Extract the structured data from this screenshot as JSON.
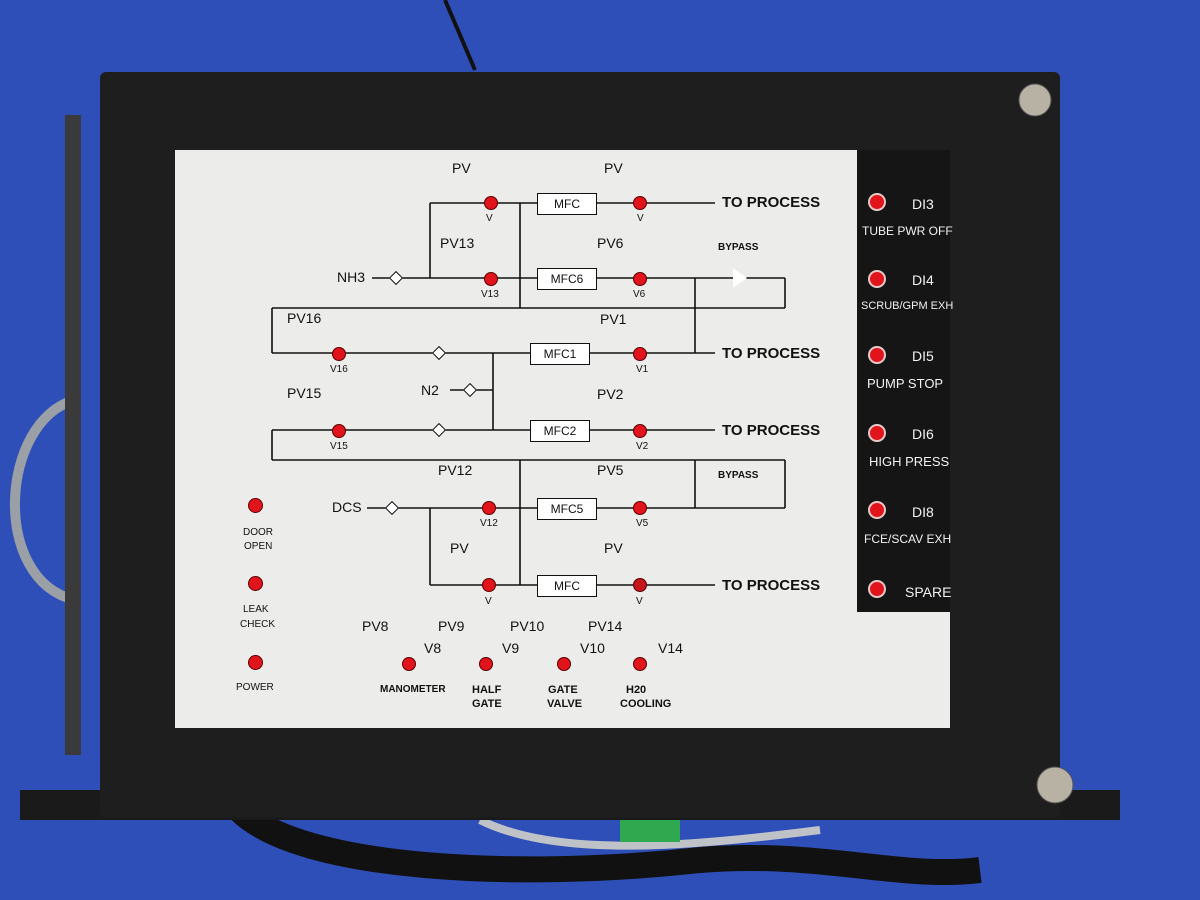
{
  "panel": {
    "process_labels": [
      "TO PROCESS",
      "TO PROCESS",
      "TO PROCESS",
      "TO PROCESS"
    ],
    "sources": [
      "NH3",
      "N2",
      "DCS"
    ],
    "bypass_labels": [
      "BYPASS",
      "BYPASS"
    ],
    "mfcs": [
      "MFC",
      "MFC6",
      "MFC1",
      "MFC2",
      "MFC5",
      "MFC"
    ],
    "valves": [
      {
        "top": "PV",
        "bottom": "V"
      },
      {
        "top": "PV",
        "bottom": "V"
      },
      {
        "top": "PV13",
        "bottom": "V13"
      },
      {
        "top": "PV6",
        "bottom": "V6"
      },
      {
        "top": "PV16",
        "bottom": "V16"
      },
      {
        "top": "PV1",
        "bottom": "V1"
      },
      {
        "top": "PV15",
        "bottom": "V15"
      },
      {
        "top": "PV2",
        "bottom": "V2"
      },
      {
        "top": "PV12",
        "bottom": "V12"
      },
      {
        "top": "PV5",
        "bottom": "V5"
      },
      {
        "top": "PV",
        "bottom": "V"
      },
      {
        "top": "PV",
        "bottom": "V"
      }
    ],
    "bottom_valves": [
      {
        "pv": "PV8",
        "v": "V8",
        "caption": [
          "MANOMETER"
        ]
      },
      {
        "pv": "PV9",
        "v": "V9",
        "caption": [
          "HALF",
          "GATE"
        ]
      },
      {
        "pv": "PV10",
        "v": "V10",
        "caption": [
          "GATE",
          "VALVE"
        ]
      },
      {
        "pv": "PV14",
        "v": "V14",
        "caption": [
          "H20",
          "COOLING"
        ]
      }
    ],
    "left_indicators": [
      {
        "lines": [
          "DOOR",
          "OPEN"
        ]
      },
      {
        "lines": [
          "LEAK",
          "CHECK"
        ]
      },
      {
        "lines": [
          "POWER"
        ]
      }
    ]
  },
  "side_panel": {
    "indicators": [
      {
        "code": "DI3",
        "desc": "TUBE PWR OFF"
      },
      {
        "code": "DI4",
        "desc": "SCRUB/GPM EXH"
      },
      {
        "code": "DI5",
        "desc": "PUMP STOP"
      },
      {
        "code": "DI6",
        "desc": "HIGH PRESS"
      },
      {
        "code": "DI8",
        "desc": "FCE/SCAV EXH"
      },
      {
        "code": "",
        "desc": "SPARE"
      }
    ]
  },
  "colors": {
    "background": "#2f4fb8",
    "enclosure": "#1c1c1c",
    "panel": "#ececea",
    "led": "#e1141b"
  }
}
